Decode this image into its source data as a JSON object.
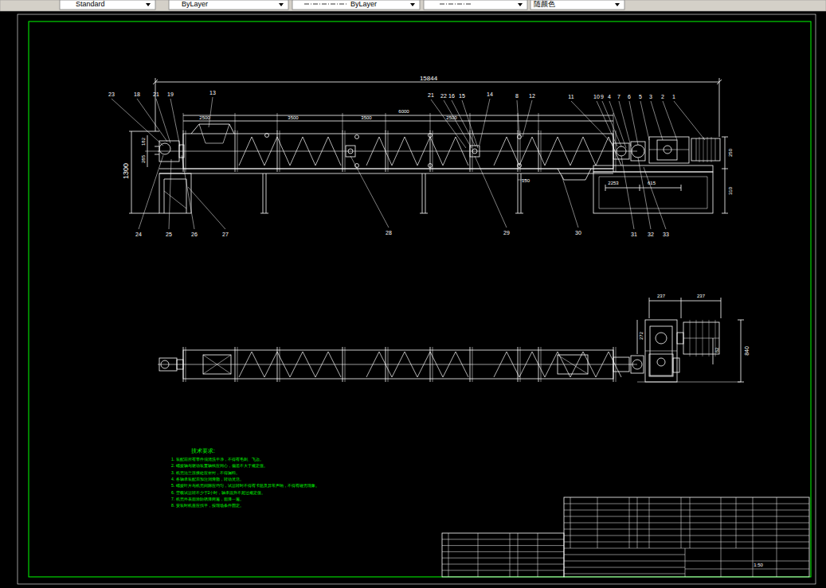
{
  "diagram": {
    "nodes": [
      {
        "text": [
          "Standard"
        ]
      },
      {
        "text": [
          "ByLayer"
        ]
      },
      {
        "text": [
          "ByLayer"
        ]
      },
      {
        "text": [
          "随颜色"
        ]
      }
    ],
    "labels": [
      "23",
      "18",
      "21",
      "19",
      "13",
      "21",
      "22",
      "16",
      "15",
      "14",
      "8",
      "12",
      "11",
      "10",
      "9",
      "4",
      "7",
      "6",
      "5",
      "3",
      "2",
      "1",
      "24",
      "25",
      "26",
      "27",
      "28",
      "29",
      "30",
      "31",
      "32",
      "33",
      "15844",
      "1300",
      "285",
      "182",
      "6000",
      "2500",
      "3500",
      "3500",
      "2500",
      "150",
      "2253",
      "615",
      "250",
      "310",
      "237",
      "237",
      "272",
      "62",
      "840",
      "技术要求:",
      "1. 装配前所有零件须清洗干净，不得有毛刺、飞边。",
      "2. 螺旋轴与驱动装置轴线应同心，偏差不大于规定值。",
      "3. 机壳法兰连接处应密封，不得漏料。",
      "4. 各轴承装配后加注润滑脂，转动灵活。",
      "5. 螺旋叶片与机壳间隙应均匀，试运转时不得有卡阻及异常声响，不得有碰壳现象。",
      "6. 空载试运转不少于2小时，轴承温升不超过规定值。",
      "7. 机壳外表面涂防锈漆两遍，面漆一遍。",
      "8. 安装时机座应找平，按现场条件固定。",
      "1:50"
    ]
  }
}
